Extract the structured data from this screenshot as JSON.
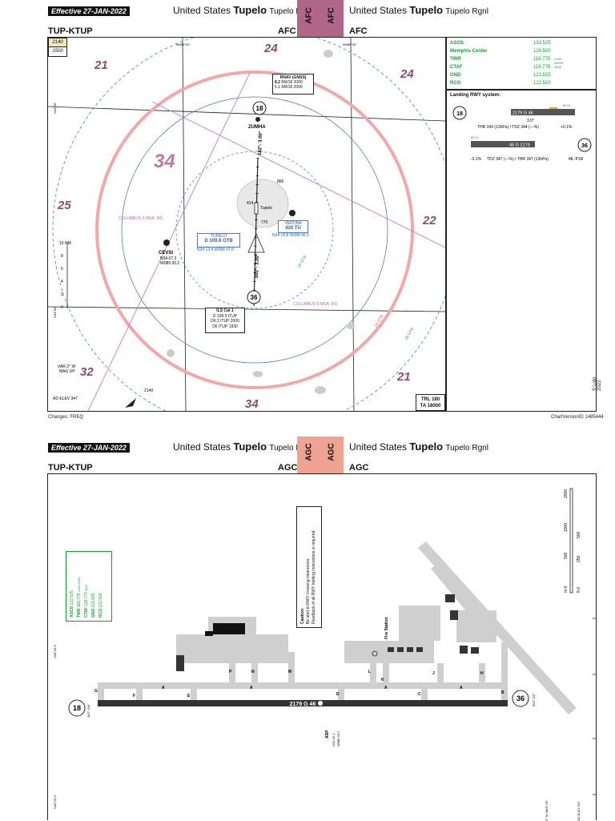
{
  "page1": {
    "effective": "Effective 27-JAN-2022",
    "title_left": {
      "country": "United States",
      "city": "Tupelo",
      "airport": "Tupelo Rgnl"
    },
    "title_right": {
      "country": "United States",
      "city": "Tupelo",
      "airport": "Tupelo Rgnl"
    },
    "tab_label": "AFC",
    "airport_id": "TUP-KTUP",
    "code_left": "AFC",
    "code_right": "AFC",
    "tab_color": "#b0658a",
    "msa_boxes": [
      "2140",
      "1500"
    ],
    "lon_labels": [
      "W089°00'",
      "W088°30'"
    ],
    "lat_labels": [
      "N34°30'",
      "N34°00'"
    ],
    "sectors": [
      "21",
      "24",
      "24",
      "34",
      "25",
      "22",
      "32",
      "21",
      "34"
    ],
    "rnav_box": {
      "title": "RNAV (GNSS)",
      "line1_alt": "8.2",
      "line1_rw": "RW18",
      "line1_val": "3000",
      "line2_alt": "5.1",
      "line2_rw": "RW18",
      "line2_val": "2000"
    },
    "fix_zumha": "ZUMHA",
    "course_inbound": "182°- 3.00°",
    "course_outbound": "002°- 3.00°",
    "rwy_top": "18",
    "rwy_bottom": "36",
    "tupelo_vor": {
      "name": "TUPELO",
      "freq": "D 109.8 OTB",
      "coord": "N34 13.4 W088 47.8"
    },
    "verona": {
      "name": "VERONA",
      "freq": "420 TU",
      "coord": "N34 18.8 W088 46.1"
    },
    "cevsi": {
      "name": "CEVSI",
      "coord1": "N34 07.2",
      "coord2": "W089 00.2"
    },
    "elev_labels": [
      "866",
      "414",
      "770"
    ],
    "tupelo_label": "Tupelo",
    "msa_lines": [
      "COLUMBUS 3 MSA, MS",
      "COLUMBUS 5 MSA, MS"
    ],
    "radials": [
      "24 OTB",
      "26 OTB",
      "18 OTB",
      "RT OTB"
    ],
    "ils_box": {
      "title": "ILS Cat 1",
      "line1": "D 108.5 ITUP",
      "line2a": "D6.3",
      "line2b": "ITUP",
      "line2c": "2000",
      "line3a": "D6",
      "line3b": "ITUP",
      "line3c": "1930"
    },
    "scale": [
      "10 NM",
      "8",
      "6",
      "4",
      "2",
      "0"
    ],
    "var": {
      "line1": "VAR 2° W",
      "line2": "MAG UP"
    },
    "ad_elev": "AD ELEV 347",
    "obs": "2140",
    "trl": {
      "l1": "TRL 180",
      "l2": "TA 18000"
    },
    "freqs": [
      {
        "name": "ASOS",
        "value": "133.525",
        "note": ""
      },
      {
        "name": "Memphis Center",
        "value": "128.500",
        "note": ""
      },
      {
        "name": "TWR",
        "value": "118.775",
        "note": "1200-0400Z"
      },
      {
        "name": "CTAF",
        "value": "118.775",
        "note": "400Z"
      },
      {
        "name": "GND",
        "value": "121.825",
        "note": ""
      },
      {
        "name": "RCO",
        "value": "122.500",
        "note": ""
      }
    ],
    "landing": {
      "title": "Landing RWY system:",
      "r18": "18",
      "r36": "36",
      "rwy_text_top": "2179 G 46",
      "rwy_text_bottom": "46 G 2179",
      "ht_top": "60 ht",
      "ht_bottom": "60 ht",
      "gs": "3.0°",
      "thr_top": "THR 343 (12hPa) / TDZ 344 (---%)",
      "slope_top": "+0.1%",
      "slope_bottom": "-0.1%",
      "thr_bottom": "TDZ 347 (---%) / THR 347 (13hPa)",
      "bottom_tag": "ML-P1R"
    },
    "changes": "Changes: FREQ",
    "chart_version": "ChartVersionID 1485444",
    "copyright": "© Lido 2022"
  },
  "page2": {
    "effective": "Effective 27-JAN-2022",
    "title_left": {
      "country": "United States",
      "city": "Tupelo",
      "airport": "Tupelo Rgnl"
    },
    "title_right": {
      "country": "United States",
      "city": "Tupelo",
      "airport": "Tupelo Rgnl"
    },
    "tab_label": "AGC",
    "airport_id": "TUP-KTUP",
    "code_left": "AGC",
    "code_right": "AGC",
    "tab_color": "#f0a393",
    "freqs": [
      {
        "name": "ASOS",
        "value": "133.525",
        "note": ""
      },
      {
        "name": "TWR",
        "value": "118.775",
        "note": "1200-0400Z"
      },
      {
        "name": "CTAF",
        "value": "118.775",
        "note": "400Z"
      },
      {
        "name": "GND",
        "value": "121.825",
        "note": ""
      },
      {
        "name": "RCO",
        "value": "122.500",
        "note": ""
      }
    ],
    "caution": {
      "title": "Caution:",
      "line1": "Be alert to RWY crossing clearances.",
      "line2": "Readback of all RWY holding instructions is required."
    },
    "fire_station": "Fire Station",
    "rwy_label": "2179 G 46",
    "rwy18": "18",
    "rwy36": "36",
    "rwy18_sub": "182° 343",
    "rwy36_sub": "002° 347",
    "twy_letters": [
      "G",
      "F",
      "A",
      "E",
      "P",
      "N",
      "M",
      "A",
      "D",
      "L",
      "K",
      "A",
      "C",
      "J",
      "A",
      "H",
      "B"
    ],
    "arp": {
      "label": "ARP",
      "coord1": "N34 16.1",
      "coord2": "W088 46.2"
    },
    "scale_m": [
      "m 0",
      "500",
      "1000",
      "1500"
    ],
    "scale_ft": [
      "ft 0",
      "250",
      "500"
    ],
    "var": "2° W MAG UP",
    "elev": "AD ELEV 347",
    "lat_label": "N34°16.6'",
    "lat_label2": "N34°15.0'"
  }
}
